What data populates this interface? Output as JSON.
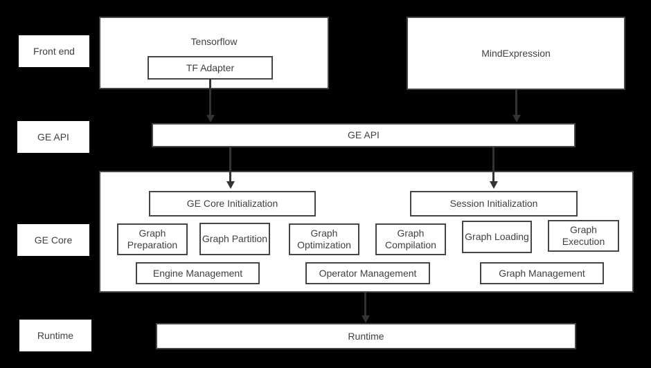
{
  "colors": {
    "background": "#000000",
    "box_fill": "#ffffff",
    "box_border": "#454545",
    "text": "#3f3f3f",
    "arrow": "#333333"
  },
  "side_labels": [
    {
      "id": "front-end",
      "label": "Front end"
    },
    {
      "id": "ge-api",
      "label": "GE API"
    },
    {
      "id": "ge-core",
      "label": "GE Core"
    },
    {
      "id": "runtime",
      "label": "Runtime"
    }
  ],
  "front_end": {
    "tensorflow": "Tensorflow",
    "tf_adapter": "TF Adapter",
    "mind_expression": "MindExpression"
  },
  "ge_api_bar": "GE API",
  "ge_core": {
    "init_boxes": [
      "GE Core Initialization",
      "Session Initialization"
    ],
    "process_boxes": [
      "Graph Preparation",
      "Graph Partition",
      "Graph Optimization",
      "Graph Compilation",
      "Graph Loading",
      "Graph Execution"
    ],
    "management_boxes": [
      "Engine Management",
      "Operator Management",
      "Graph Management"
    ]
  },
  "runtime_bar": "Runtime"
}
